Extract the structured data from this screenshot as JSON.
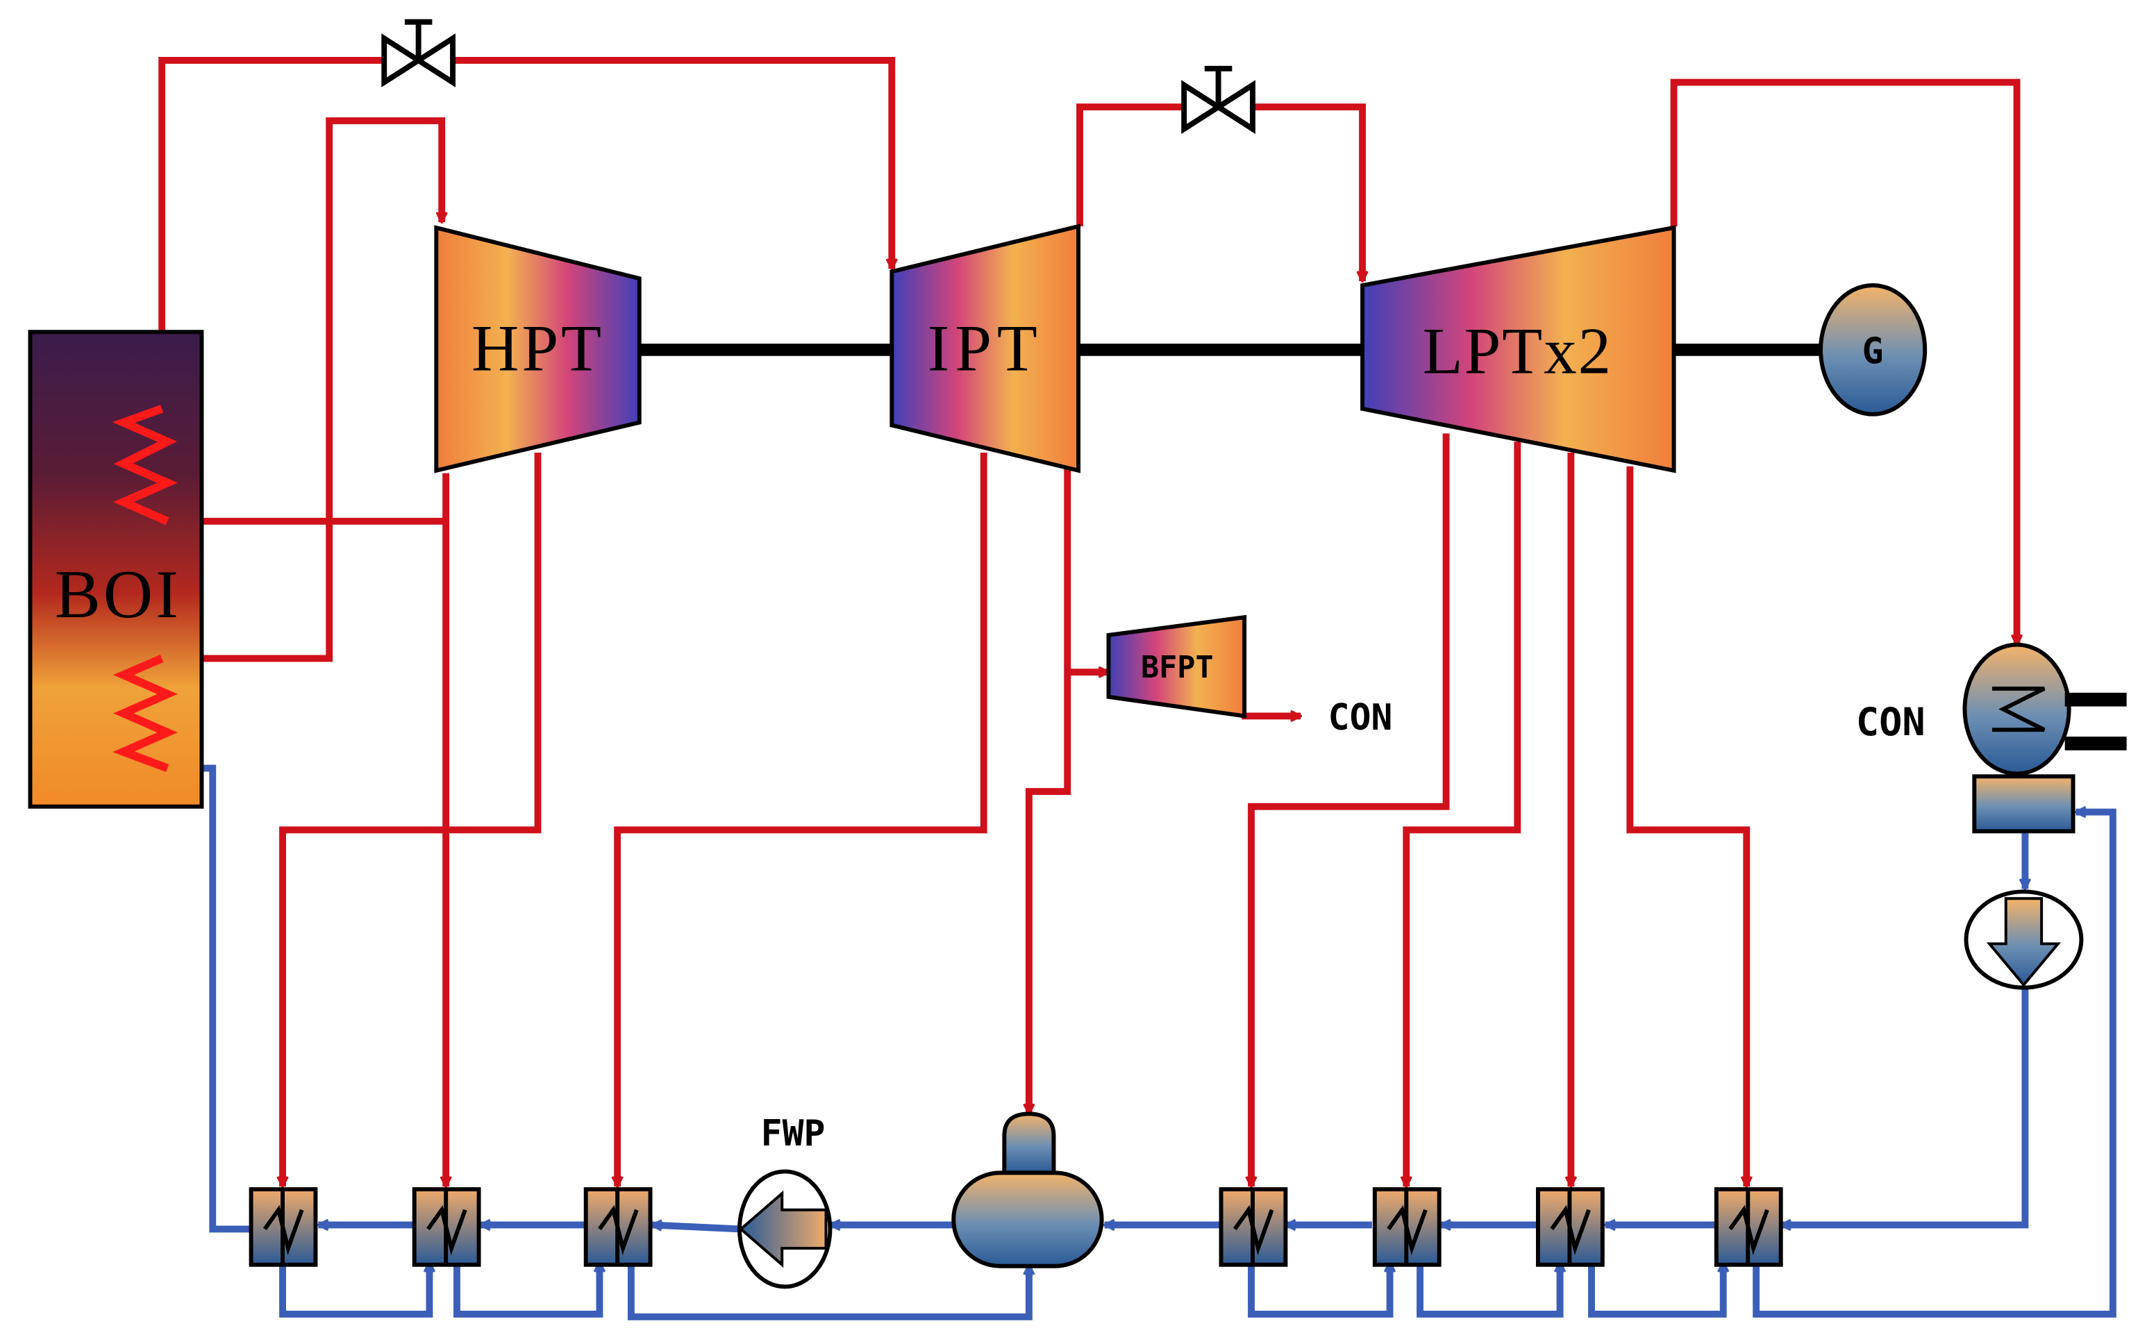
{
  "components": {
    "boiler": "BOI",
    "hp_turbine": "HPT",
    "ip_turbine": "IPT",
    "lp_turbine": "LPTx2",
    "generator": "G",
    "feed_pump_turbine": "BFPT",
    "feedwater_pump": "FWP",
    "condenser": "CON",
    "bfpt_exhaust": "CON"
  },
  "colors": {
    "steam_line": "#d0101a",
    "water_line": "#3b5fb8",
    "shaft": "#000000"
  }
}
